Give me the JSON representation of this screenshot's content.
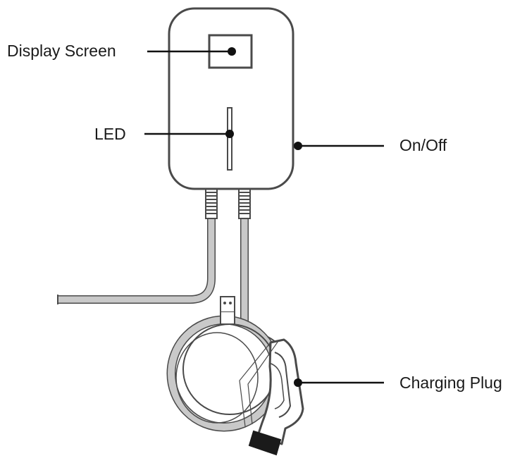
{
  "callouts": {
    "display_screen": "Display Screen",
    "led": "LED",
    "on_off": "On/Off",
    "charging_plug": "Charging Plug"
  },
  "colors": {
    "outline": "#4a4a4a",
    "cable_fill": "#c9c9c9",
    "plug_tip": "#1a1a1a",
    "leader": "#111111"
  }
}
